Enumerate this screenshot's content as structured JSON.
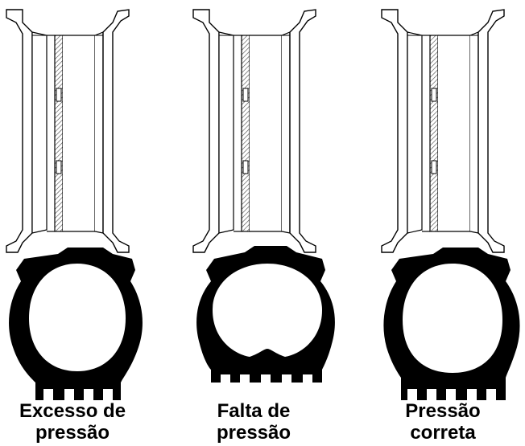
{
  "panels": [
    {
      "id": "over",
      "caption_line1": "Excesso de",
      "caption_line2": "pressão",
      "tire_shape": "round-narrow-tread"
    },
    {
      "id": "under",
      "caption_line1": "Falta de",
      "caption_line2": "pressão",
      "tire_shape": "flattened-wide"
    },
    {
      "id": "correct",
      "caption_line1": "Pressão",
      "caption_line2": "correta",
      "tire_shape": "round"
    }
  ],
  "colors": {
    "tire": "#000000",
    "rim_stroke": "#000000",
    "rim_fill": "#ffffff",
    "hatch": "#555555",
    "background": "#ffffff"
  }
}
